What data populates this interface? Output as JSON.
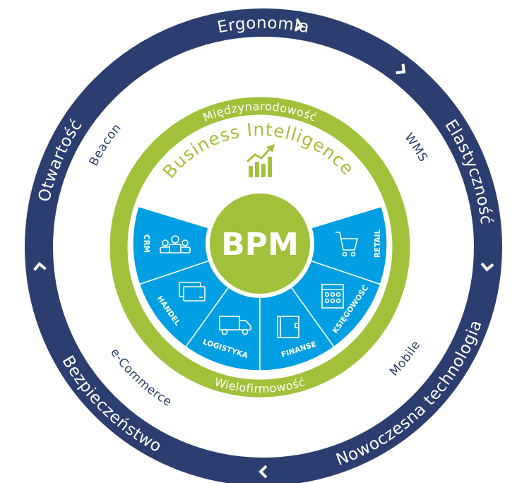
{
  "colors": {
    "navy": "#2c3e70",
    "green": "#a2c13a",
    "blue": "#009fe3",
    "white": "#ffffff"
  },
  "outer_ring": {
    "labels": [
      "Ergonomia",
      "Elastyczność",
      "Nowoczesna technologia",
      "Bezpieczeństwo",
      "Otwartość"
    ],
    "arrow_icon": "chevron-clockwise-icon"
  },
  "middle_words": [
    "Beacon",
    "WMS",
    "Mobile",
    "e-Commerce"
  ],
  "green_ring": {
    "top": "Międzynarodowość",
    "bottom": "Wielofirmowość"
  },
  "business_intelligence": {
    "label": "Business Intelligence",
    "icon": "growth-chart-icon"
  },
  "center": {
    "label": "BPM"
  },
  "segments": [
    {
      "label": "CRM",
      "icon": "people-icon"
    },
    {
      "label": "HANDEL",
      "icon": "cards-icon"
    },
    {
      "label": "LOGISTYKA",
      "icon": "truck-icon"
    },
    {
      "label": "FINANSE",
      "icon": "wallet-icon"
    },
    {
      "label": "KSIĘGOWOŚĆ",
      "icon": "calculator-icon"
    },
    {
      "label": "RETAIL",
      "icon": "cart-icon"
    }
  ]
}
